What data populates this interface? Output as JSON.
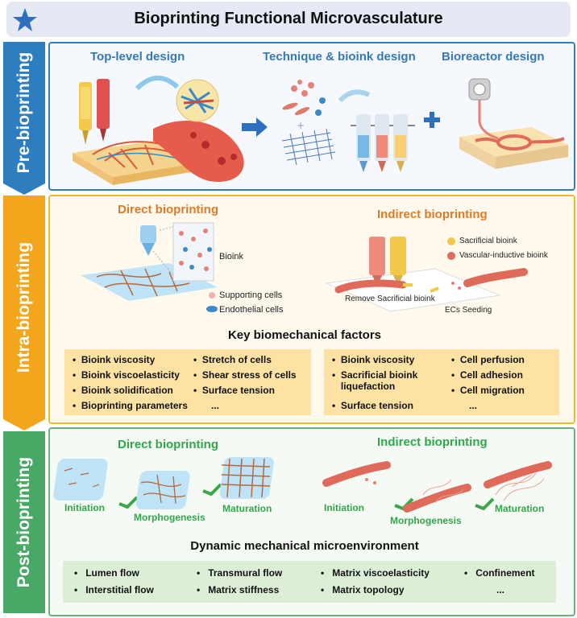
{
  "title": "Bioprinting Functional Microvasculature",
  "stages": {
    "pre": "Pre-bioprinting",
    "intra": "Intra-bioprinting",
    "post": "Post-bioprinting"
  },
  "pre": {
    "top_level": "Top-level design",
    "technique": "Technique & bioink design",
    "bioreactor": "Bioreactor design"
  },
  "intra": {
    "direct": "Direct bioprinting",
    "indirect": "Indirect bioprinting",
    "bioink": "Bioink",
    "supporting_cells": "Supporting cells",
    "endothelial_cells": "Endothelial cells",
    "sacrificial_bioink": "Sacrificial bioink",
    "vascular_bioink": "Vascular-inductive bioink",
    "remove_sacrificial": "Remove Sacrificial bioink",
    "ecs_seeding": "ECs Seeding",
    "factors_title": "Key biomechanical factors",
    "left_col1": [
      "Bioink viscosity",
      "Bioink viscoelasticity",
      "Bioink solidification",
      "Bioprinting parameters"
    ],
    "left_col2": [
      "Stretch of cells",
      "Shear stress of cells",
      "Surface tension",
      "..."
    ],
    "right_col1": [
      "Bioink viscosity",
      "Sacrificial bioink liquefaction",
      "Surface tension"
    ],
    "right_col2": [
      "Cell perfusion",
      "Cell adhesion",
      "Cell migration",
      "..."
    ]
  },
  "post": {
    "direct": "Direct bioprinting",
    "indirect": "Indirect bioprinting",
    "initiation": "Initiation",
    "morphogenesis": "Morphogenesis",
    "maturation": "Maturation",
    "env_title": "Dynamic mechanical microenvironment",
    "col1": [
      "Lumen flow",
      "Interstitial flow"
    ],
    "col2": [
      "Transmural flow",
      "Matrix stiffness"
    ],
    "col3": [
      "Matrix viscoelasticity",
      "Matrix topology"
    ],
    "col4": [
      "Confinement",
      "..."
    ]
  }
}
